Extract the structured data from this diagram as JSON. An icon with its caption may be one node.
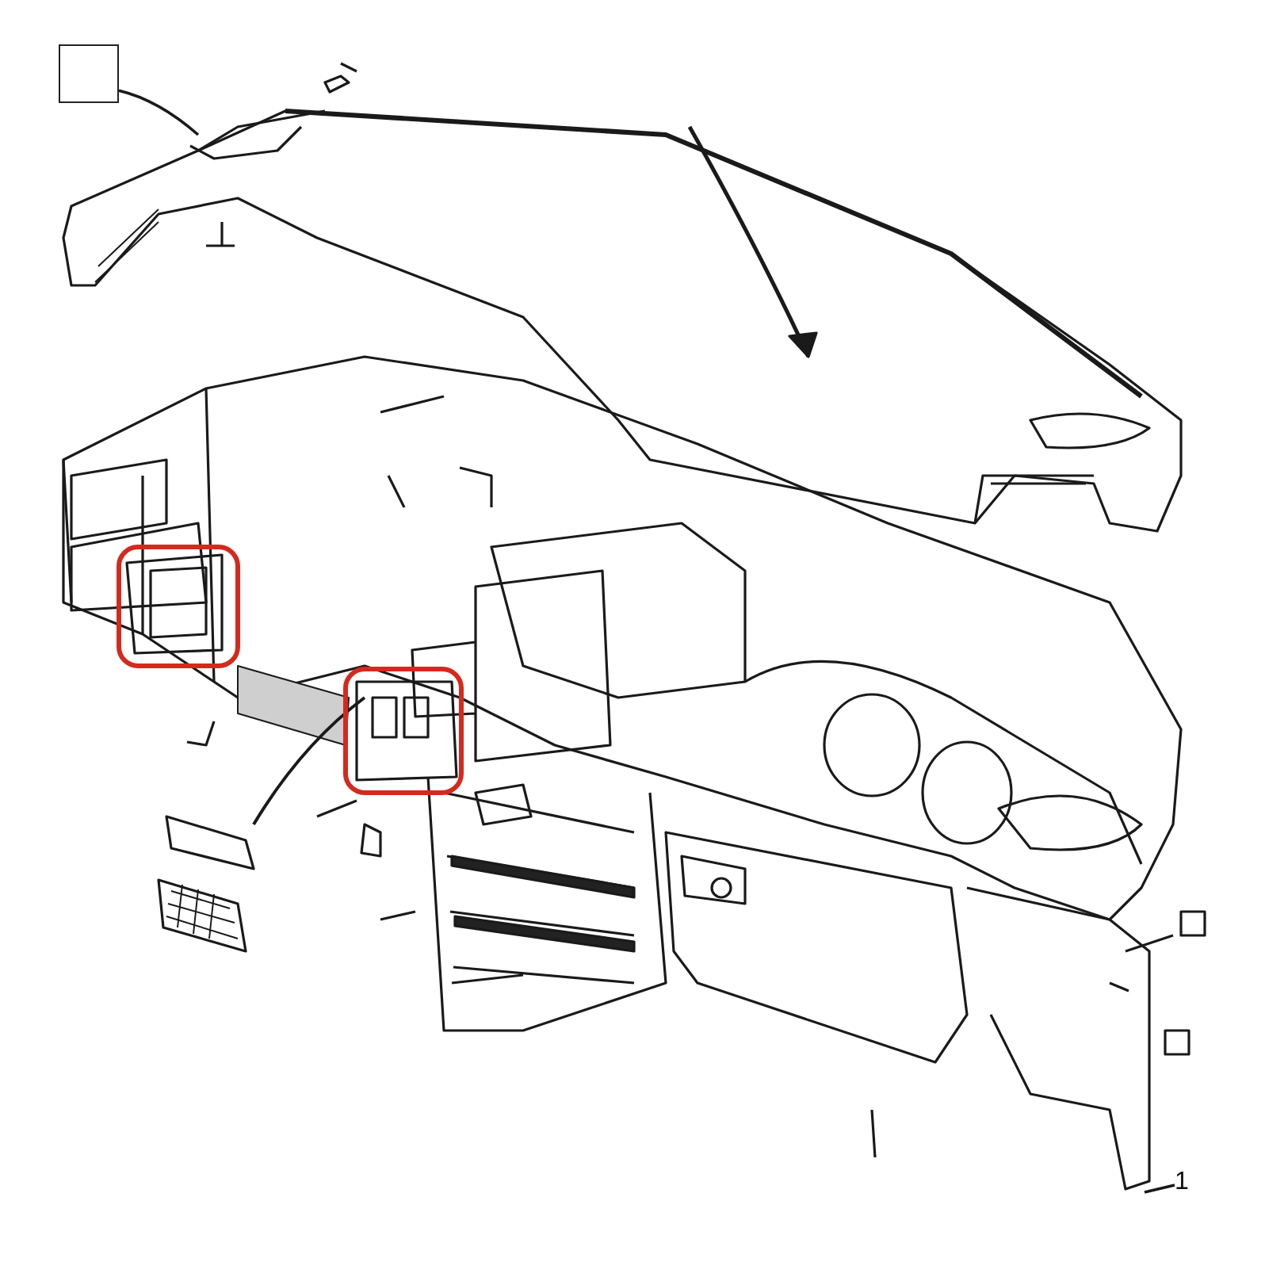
{
  "diagram": {
    "nodes": [
      {
        "text": [],
        "shape": "box"
      },
      {
        "text": [
          "1"
        ]
      }
    ],
    "edges": [
      {
        "from": 0,
        "to": null,
        "arrow": "none"
      },
      {
        "from": 1,
        "to": null,
        "arrow": "none"
      }
    ]
  }
}
